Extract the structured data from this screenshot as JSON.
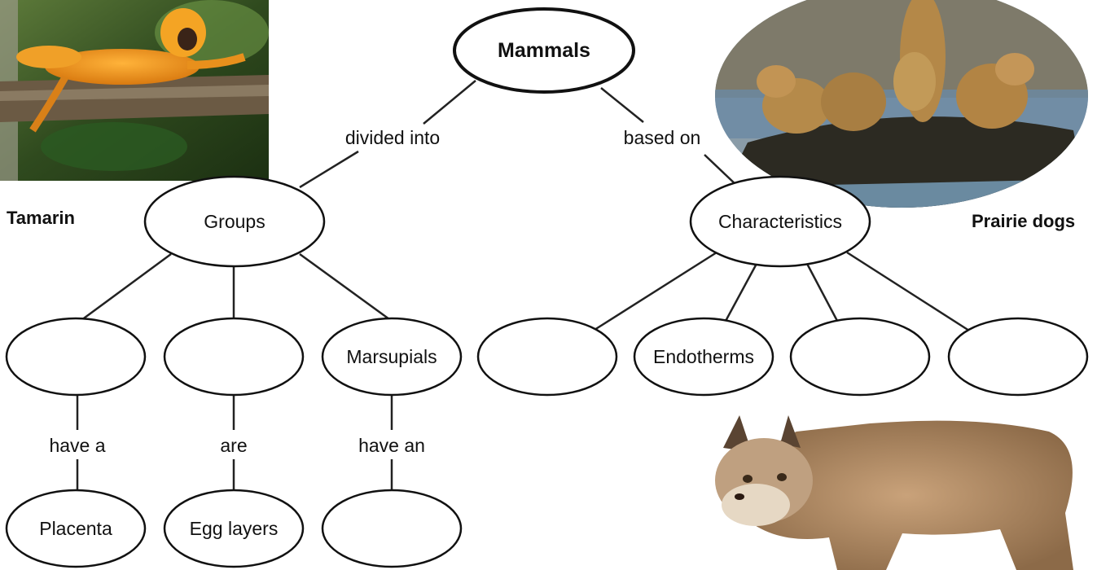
{
  "diagram": {
    "root": "Mammals",
    "links": {
      "divided_into": "divided into",
      "based_on": "based on",
      "have_a": "have a",
      "are": "are",
      "have_an": "have an"
    },
    "nodes": {
      "groups": "Groups",
      "characteristics": "Characteristics",
      "group_1": "",
      "group_2": "",
      "marsupials": "Marsupials",
      "char_1": "",
      "endotherms": "Endotherms",
      "char_3": "",
      "char_4": "",
      "placenta": "Placenta",
      "egg_layers": "Egg layers",
      "marsupial_leaf": ""
    }
  },
  "photos": {
    "tamarin": "Tamarin",
    "prairie_dogs": "Prairie dogs",
    "lynx_icon": "lynx-illustration"
  },
  "colors": {
    "ellipse_stroke": "#111111",
    "ellipse_fill": "#ffffff",
    "line": "#222222"
  }
}
